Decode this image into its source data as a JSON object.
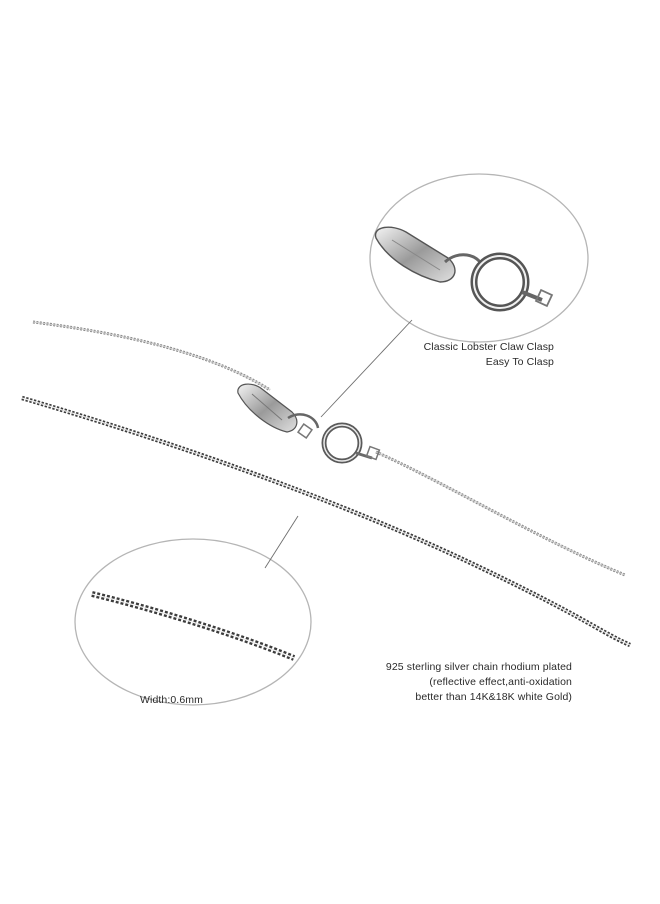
{
  "callouts": {
    "clasp": {
      "line1": "Classic Lobster Claw Clasp",
      "line2": "Easy To Clasp"
    },
    "material": {
      "line1": "925 sterling silver chain rhodium plated",
      "line2": "(reflective effect,anti-oxidation",
      "line3": "better than 14K&18K white Gold)"
    },
    "width": {
      "text": "Width:0.6mm"
    }
  },
  "colors": {
    "background": "#ffffff",
    "chain": "#8a8a8a",
    "chain_dark": "#3c3c3c",
    "circle_outline": "#b5b5b5",
    "leader_line": "#6e6e6e",
    "text": "#2a2a2a"
  }
}
